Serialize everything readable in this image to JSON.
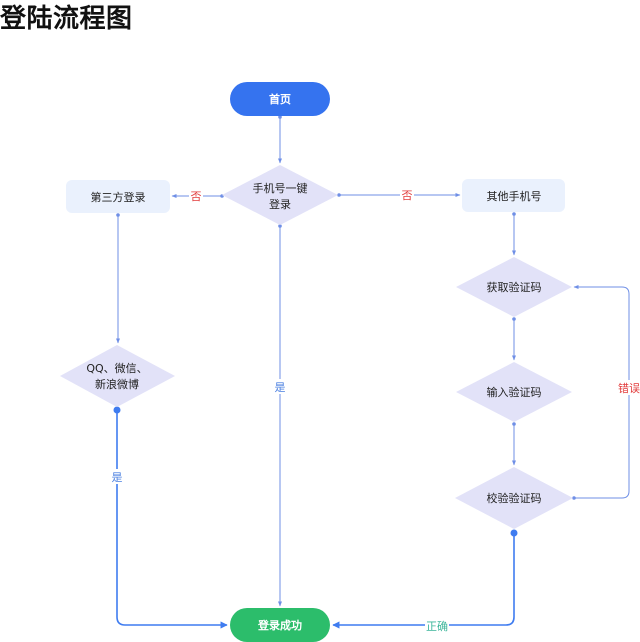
{
  "title": "登陆流程图",
  "colors": {
    "start": "#3573ef",
    "end": "#2cbd6b",
    "decision": "#e2e2f8",
    "process": "#eaf1fd",
    "edge": "#6f8fe6",
    "edge_strong": "#3f7cf0",
    "label_no": "#e23b3b",
    "label_yes": "#4a7fe0",
    "label_ok": "#3bb59a"
  },
  "nodes": {
    "home": "首页",
    "one_click_l1": "手机号一键",
    "one_click_l2": "登录",
    "third_party": "第三方登录",
    "other_phone": "其他手机号",
    "social_l1": "QQ、微信、",
    "social_l2": "新浪微博",
    "get_code": "获取验证码",
    "input_code": "输入验证码",
    "verify_code": "校验验证码",
    "success": "登录成功"
  },
  "edges": {
    "no_left": "否",
    "no_right": "否",
    "yes_center": "是",
    "yes_left": "是",
    "error": "错误",
    "correct": "正确"
  }
}
